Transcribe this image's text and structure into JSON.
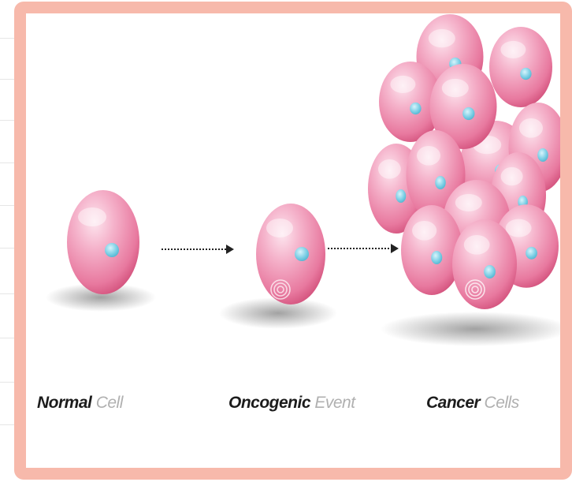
{
  "stages": [
    {
      "strong": "Normal",
      "light": "Cell"
    },
    {
      "strong": "Oncogenic",
      "light": "Event"
    },
    {
      "strong": "Cancer",
      "light": "Cells"
    }
  ],
  "colors": {
    "frame_border": "#f7b9ab",
    "cell_light": "#fbd3e2",
    "cell_mid": "#f19ab8",
    "cell_dark": "#d9547f",
    "nucleus": "#7fd0e6",
    "arrow": "#222222"
  },
  "icons": [
    "normal-cell-icon",
    "oncogenic-cell-icon",
    "cancer-cell-cluster-icon",
    "arrow-right-icon"
  ]
}
